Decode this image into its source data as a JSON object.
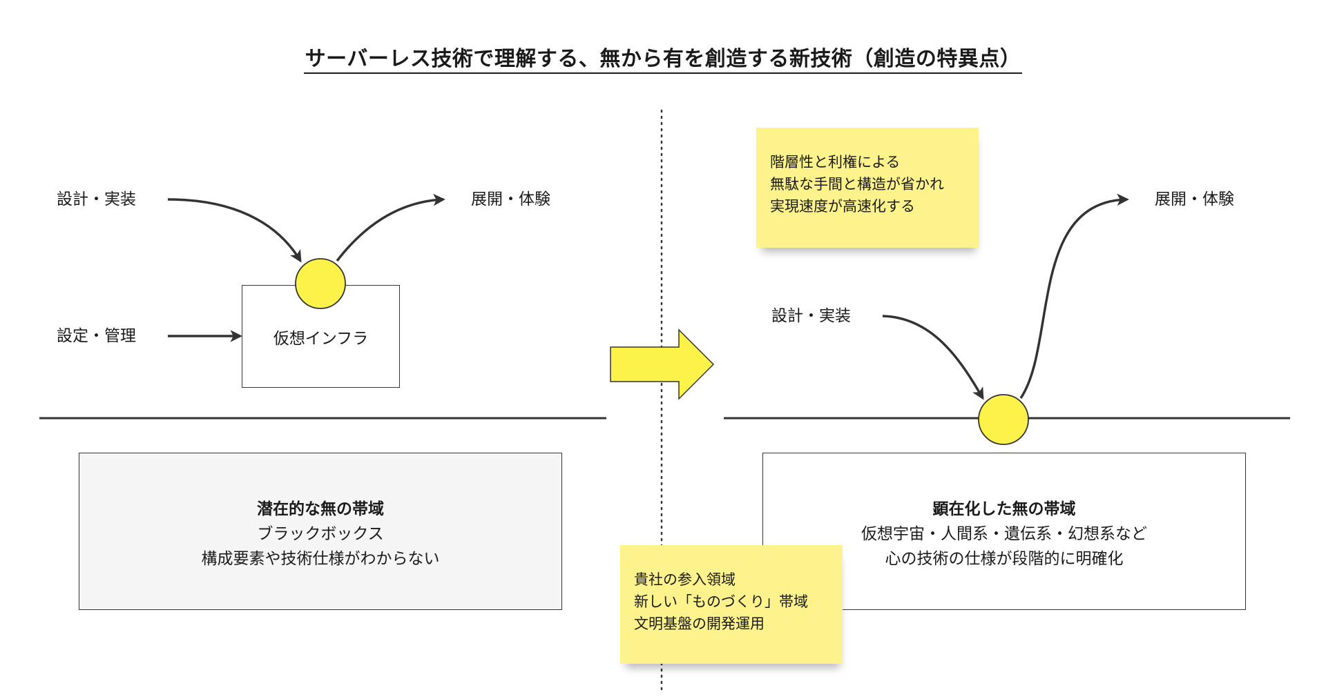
{
  "title": "サーバーレス技術で理解する、無から有を創造する新技術（創造の特異点）",
  "left": {
    "design_label": "設計・実装",
    "deploy_label": "展開・体験",
    "config_label": "設定・管理",
    "infra_box_label": "仮想インフラ",
    "zone": {
      "title": "潜在的な無の帯域",
      "line1": "ブラックボックス",
      "line2": "構成要素や技術仕様がわからない"
    }
  },
  "right": {
    "design_label": "設計・実装",
    "deploy_label": "展開・体験",
    "zone": {
      "title": "顕在化した無の帯域",
      "line1": "仮想宇宙・人間系・遺伝系・幻想系など",
      "line2": "心の技術の仕様が段階的に明確化"
    }
  },
  "note_top": {
    "lines": [
      "階層性と利権による",
      "無駄な手間と構造が省かれ",
      "実現速度が高速化する"
    ]
  },
  "note_bottom": {
    "lines": [
      "貴社の参入領域",
      "新しい「ものづくり」帯域",
      "文明基盤の開発運用"
    ]
  },
  "colors": {
    "accent_yellow": "#fdf24a",
    "sticky_yellow": "#fdf28c",
    "stroke": "#333333",
    "left_zone_fill": "#f5f5f5"
  }
}
